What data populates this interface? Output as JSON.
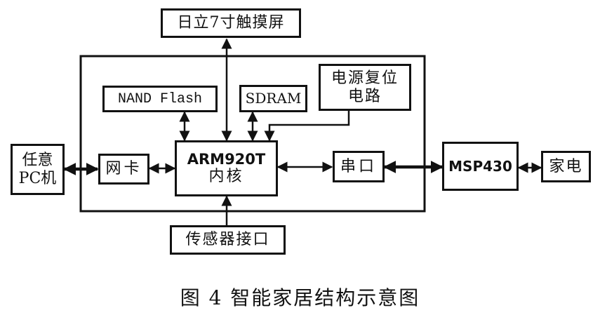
{
  "diagram": {
    "title": "智能家居结构示意图",
    "caption": "图 4  智能家居结构示意图",
    "nodes": {
      "touchscreen": "日立7寸触摸屏",
      "pc_line1": "任意",
      "pc_line2": "PC机",
      "nic": "网卡",
      "nand": "NAND Flash",
      "sdram": "SDRAM",
      "power_line1": "电源复位",
      "power_line2": "电路",
      "core_line1": "ARM920T",
      "core_line2": "内核",
      "serial": "串口",
      "msp": "MSP430",
      "appliance": "家电",
      "sensor": "传感器接口"
    },
    "edges": [
      {
        "from": "touchscreen",
        "to": "core",
        "type": "bidirectional"
      },
      {
        "from": "pc",
        "to": "nic",
        "type": "bidirectional-thick"
      },
      {
        "from": "nic",
        "to": "core",
        "type": "bidirectional"
      },
      {
        "from": "nand",
        "to": "core",
        "type": "bidirectional"
      },
      {
        "from": "sdram",
        "to": "core",
        "type": "bidirectional"
      },
      {
        "from": "power",
        "to": "core",
        "type": "unidirectional"
      },
      {
        "from": "core",
        "to": "serial",
        "type": "bidirectional"
      },
      {
        "from": "serial",
        "to": "msp",
        "type": "bidirectional-thick"
      },
      {
        "from": "msp",
        "to": "appliance",
        "type": "bidirectional"
      },
      {
        "from": "sensor",
        "to": "core",
        "type": "unidirectional"
      }
    ],
    "colors": {
      "line": "#111111",
      "background": "#ffffff"
    }
  }
}
